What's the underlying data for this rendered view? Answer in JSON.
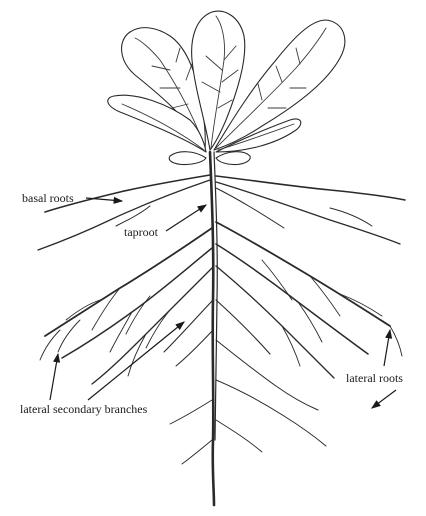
{
  "labels": {
    "basal_roots": "basal roots",
    "taproot": "taproot",
    "lateral_secondary_branches": "lateral secondary branches",
    "lateral_roots": "lateral roots"
  }
}
